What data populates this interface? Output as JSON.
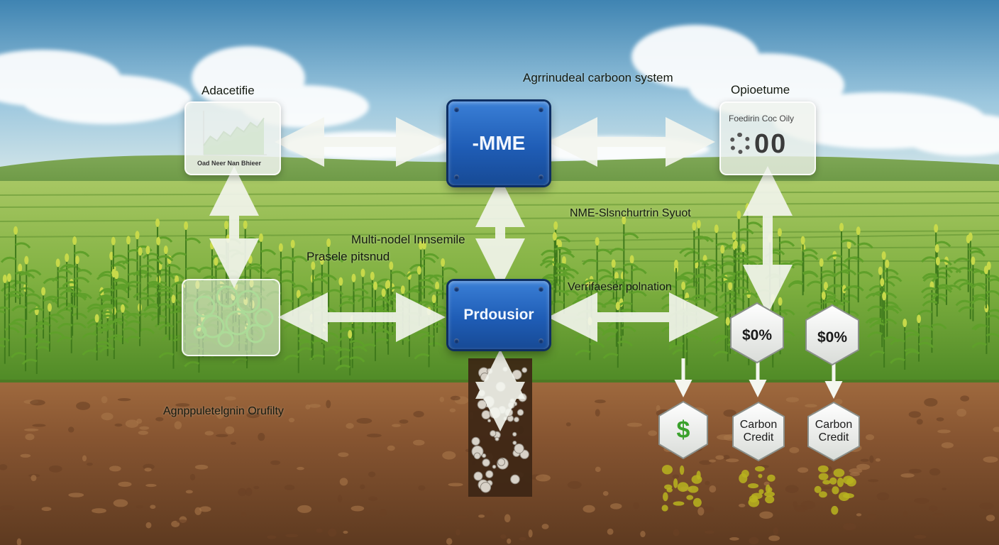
{
  "title": "Agrrinudeal carboon system",
  "labels": {
    "left_top": "Adacetifie",
    "right_top": "Opioetume",
    "mid_right": "NME-Slsnchurtrin Syuot",
    "multi_model": "Multi-nodel Innsemile",
    "prasele": "Prasele pitsnud",
    "verrifaeser": "Verrifaeser polnation",
    "soil": "Agnppuletelgnin Orufilty"
  },
  "chips": {
    "top": "-MME",
    "bottom": "Prdousior"
  },
  "chart_panel": {
    "caption": "Oad Neer   Nan Bhieer"
  },
  "right_panel": {
    "caption": "Foedirin Coc Oily",
    "value": "00"
  },
  "hexes": [
    {
      "text": "$0%"
    },
    {
      "text": "$0%"
    },
    {
      "text": "$",
      "icon": "plant-dollar-icon"
    },
    {
      "text": "Carbon\nCredit"
    },
    {
      "text": "Carbon\nCredit"
    }
  ],
  "chart_data": {
    "type": "area",
    "values": [
      2,
      4,
      3,
      5,
      4,
      6,
      5,
      7,
      6,
      8
    ],
    "series2": [
      1,
      2,
      2,
      3,
      3,
      4,
      4,
      5,
      5,
      6
    ]
  },
  "colors": {
    "sky_top": "#4f8fb8",
    "field_green": "#6fa83a",
    "soil": "#7a4a2a",
    "chip_blue": "#1f5db6",
    "arrow": "#f4f6ef"
  }
}
